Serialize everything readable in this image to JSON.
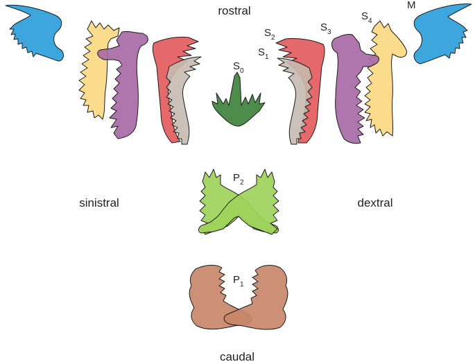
{
  "directions": {
    "rostral": "rostral",
    "caudal": "caudal",
    "sinistral": "sinistral",
    "dextral": "dextral"
  },
  "elements": [
    {
      "id": "M",
      "base": "M",
      "sub": "",
      "color": "#3da6dc"
    },
    {
      "id": "S4",
      "base": "S",
      "sub": "4",
      "color": "#fbdc8c"
    },
    {
      "id": "S3",
      "base": "S",
      "sub": "3",
      "color": "#a86aa6"
    },
    {
      "id": "S2",
      "base": "S",
      "sub": "2",
      "color": "#e2585a"
    },
    {
      "id": "S1",
      "base": "S",
      "sub": "1",
      "color": "#c7bab0"
    },
    {
      "id": "S0",
      "base": "S",
      "sub": "0",
      "color": "#4d8c4b"
    },
    {
      "id": "P2",
      "base": "P",
      "sub": "2",
      "color": "#9ed35a"
    },
    {
      "id": "P1",
      "base": "P",
      "sub": "1",
      "color": "#c8876a"
    }
  ]
}
